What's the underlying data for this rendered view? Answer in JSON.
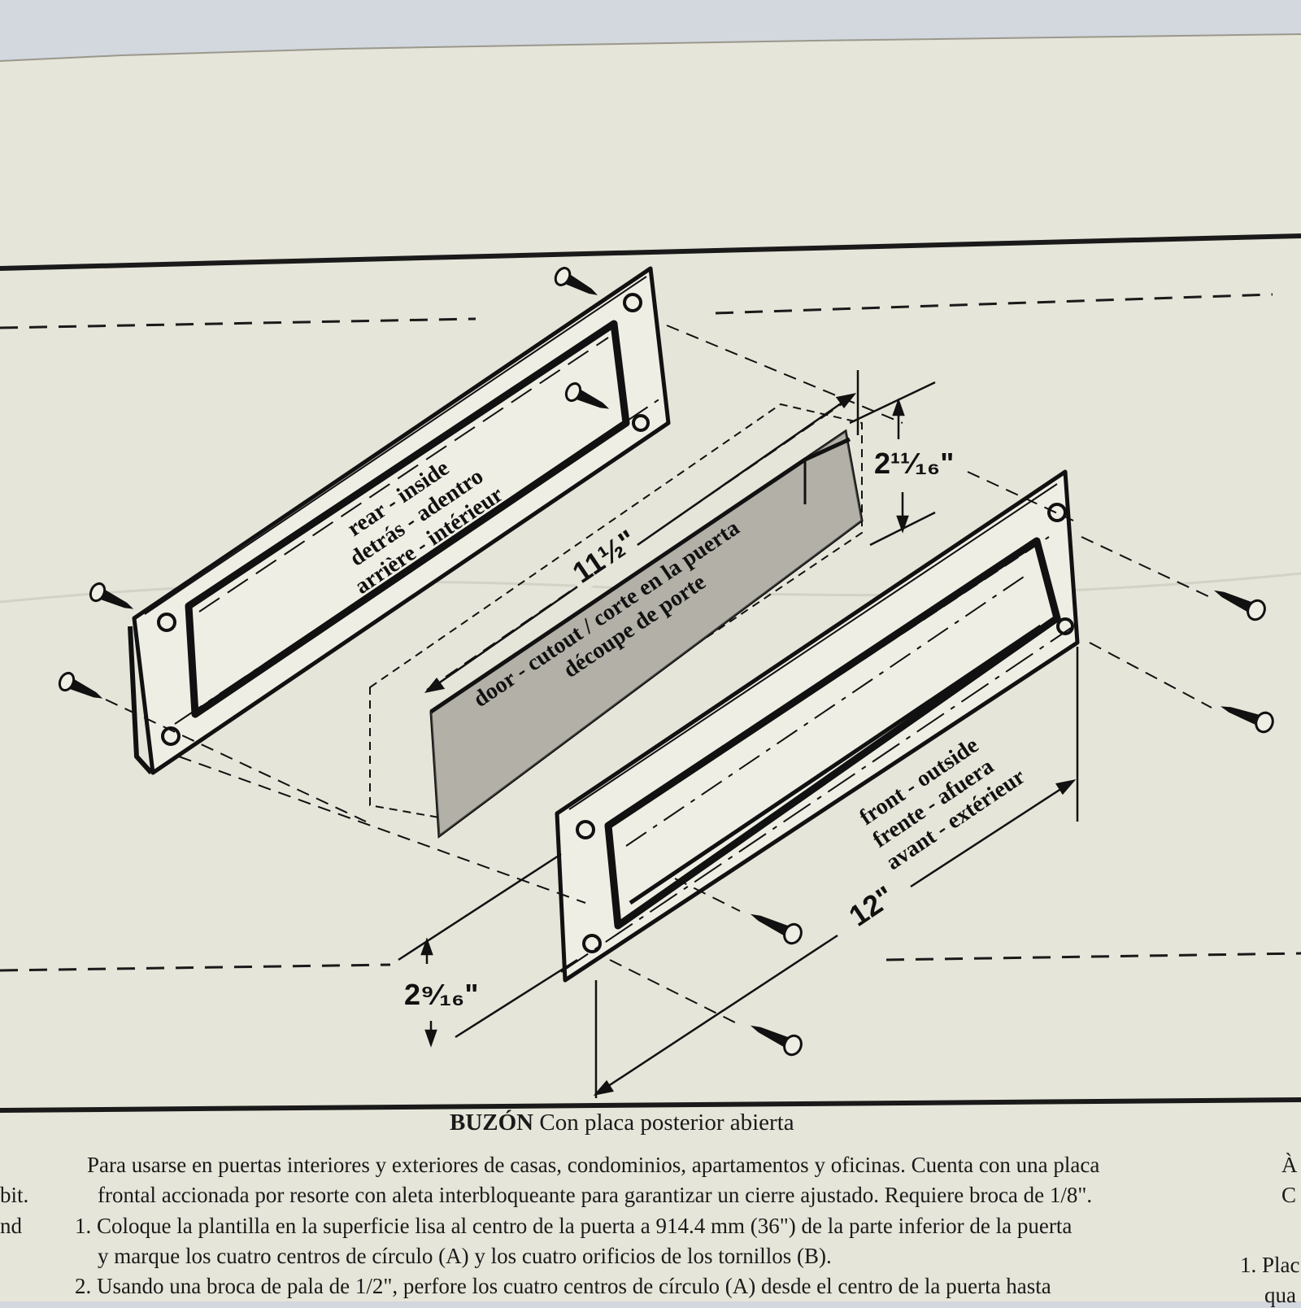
{
  "diagram": {
    "rear_labels": [
      "rear - inside",
      "detrás - adentro",
      "arrière - intérieur"
    ],
    "door_labels": [
      "door - cutout / corte en la puerta",
      "découpe de porte"
    ],
    "front_labels": [
      "front - outside",
      "frente - afuera",
      "avant - extérieur"
    ],
    "dim_length_cutout": "11½\"",
    "dim_height_cutout": "2¹¹⁄₁₆\"",
    "dim_length_plate": "12\"",
    "dim_height_plate": "2⁹⁄₁₆\""
  },
  "instructions": {
    "title_bold": "BUZÓN",
    "title_rest": " Con placa posterior abierta",
    "paragraph": [
      "Para usarse en puertas interiores y exteriores de casas, condominios, apartamentos y oficinas. Cuenta con una placa",
      "frontal accionada por resorte con aleta interbloqueante para garantizar un cierre ajustado. Requiere broca de 1/8\"."
    ],
    "step1": [
      "1. Coloque la plantilla en la superficie lisa al centro de la puerta a 914.4 mm (36\") de la parte inferior de la puerta",
      "y marque los cuatro centros de círculo (A) y los cuatro orificios de los tornillos (B)."
    ],
    "step2_partial": "2. Usando una broca de pala de 1/2\", perfore los cuatro centros de círculo (A) desde el centro de la puerta hasta",
    "left_edge": [
      "bit.",
      "nd"
    ],
    "right_edge": [
      "À",
      "C",
      "1. Plac",
      "qua"
    ]
  }
}
